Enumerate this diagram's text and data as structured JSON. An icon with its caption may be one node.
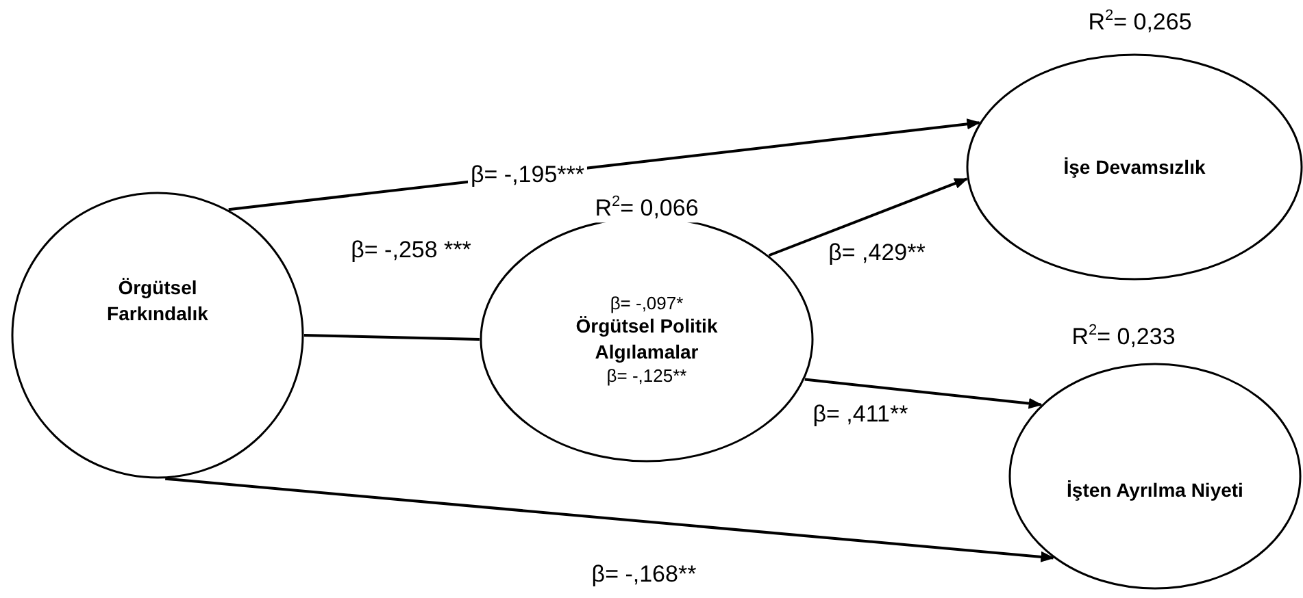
{
  "diagram": {
    "nodes": [
      {
        "text": [
          "Örgütsel Farkındalık"
        ]
      },
      {
        "text": [
          "β= -,097*",
          "Örgütsel Politik Algılamalar",
          "β= -,125**"
        ],
        "beside": [
          "R$^{2}$= 0,066"
        ]
      },
      {
        "text": [
          "İşe Devamsızlık"
        ],
        "beside": [
          "R$^{2}$= 0,265"
        ]
      },
      {
        "text": [
          "İşten Ayrılma Niyeti"
        ],
        "beside": [
          "R$^{2}$= 0,233"
        ]
      }
    ],
    "edges": [
      {
        "from": 0,
        "to": 2,
        "arrow": "to",
        "label": "β= -,195***"
      },
      {
        "from": 0,
        "to": 1,
        "arrow": "none",
        "label": "β= -,258 ***"
      },
      {
        "from": 1,
        "to": 2,
        "arrow": "to",
        "label": "β= ,429**"
      },
      {
        "from": 1,
        "to": 3,
        "arrow": "to",
        "label": "β= ,411**"
      },
      {
        "from": 0,
        "to": 3,
        "arrow": "to",
        "label": "β= -,168**"
      }
    ]
  }
}
